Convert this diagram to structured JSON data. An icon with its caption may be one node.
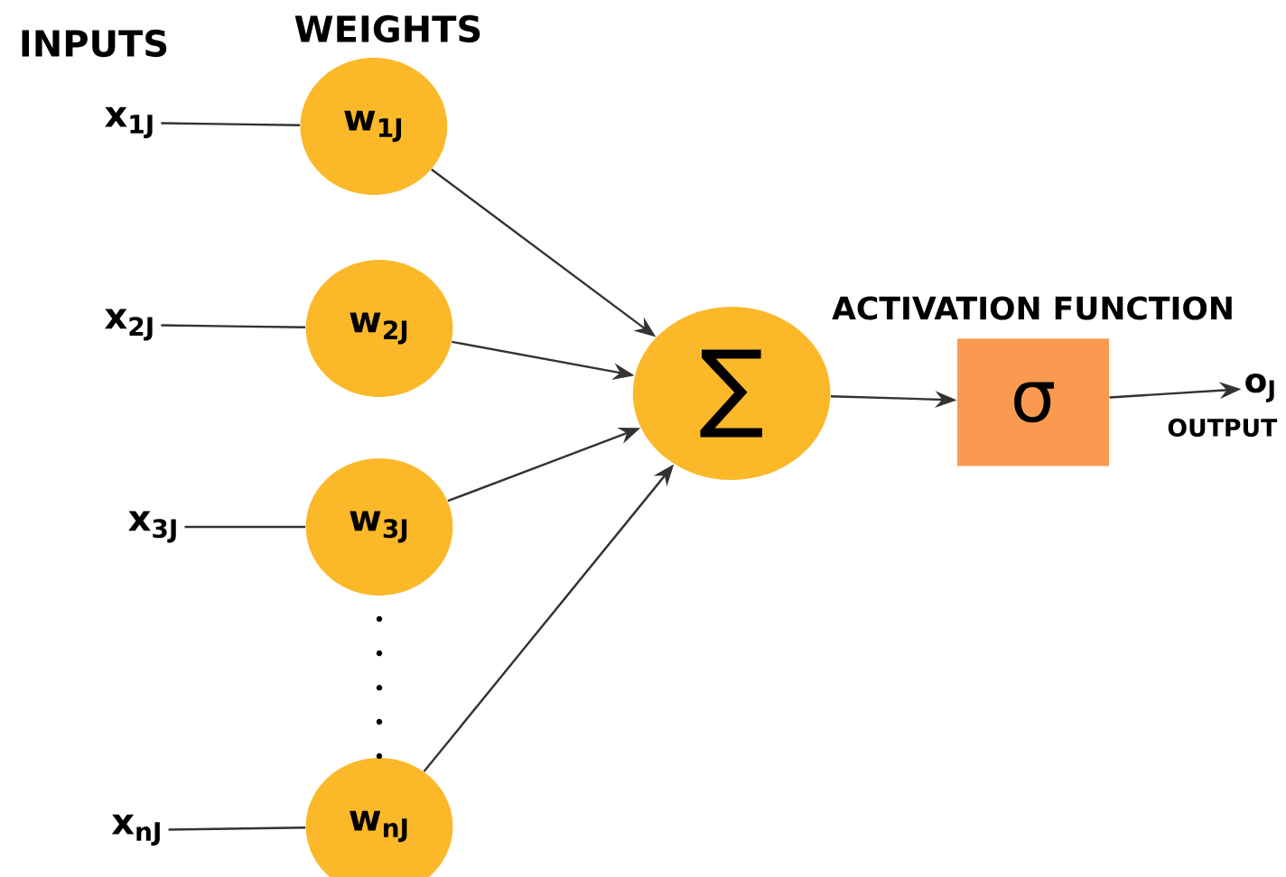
{
  "diagram": {
    "nodes": [
      {
        "text": [
          "x$_{1J}$"
        ]
      },
      {
        "text": [
          "x$_{2J}$"
        ]
      },
      {
        "text": [
          "x$_{3J}$"
        ]
      },
      {
        "text": [
          "x$_{nJ}$"
        ]
      },
      {
        "text": [
          "w$_{1J}$"
        ]
      },
      {
        "text": [
          "w$_{2J}$"
        ]
      },
      {
        "text": [
          "w$_{3J}$"
        ]
      },
      {
        "text": [
          "w$_{nJ}$"
        ]
      },
      {
        "text": [
          "∑"
        ]
      },
      {
        "text": [
          "ACTIVATION FUNCTION",
          "σ"
        ]
      },
      {
        "text": [
          "o$_{J}$"
        ],
        "beside": [
          "OUTPUT"
        ]
      }
    ],
    "edges": [
      {
        "from": 0,
        "to": 4,
        "arrow": "none"
      },
      {
        "from": 1,
        "to": 5,
        "arrow": "none"
      },
      {
        "from": 2,
        "to": 6,
        "arrow": "none"
      },
      {
        "from": 3,
        "to": 7,
        "arrow": "none"
      },
      {
        "from": 4,
        "to": 8,
        "arrow": "to"
      },
      {
        "from": 5,
        "to": 8,
        "arrow": "to"
      },
      {
        "from": 6,
        "to": 8,
        "arrow": "to"
      },
      {
        "from": 7,
        "to": 8,
        "arrow": "to"
      },
      {
        "from": 8,
        "to": 9,
        "arrow": "to"
      },
      {
        "from": 9,
        "to": 10,
        "arrow": "to"
      }
    ],
    "labels": [
      "INPUTS",
      "WEIGHTS"
    ]
  }
}
